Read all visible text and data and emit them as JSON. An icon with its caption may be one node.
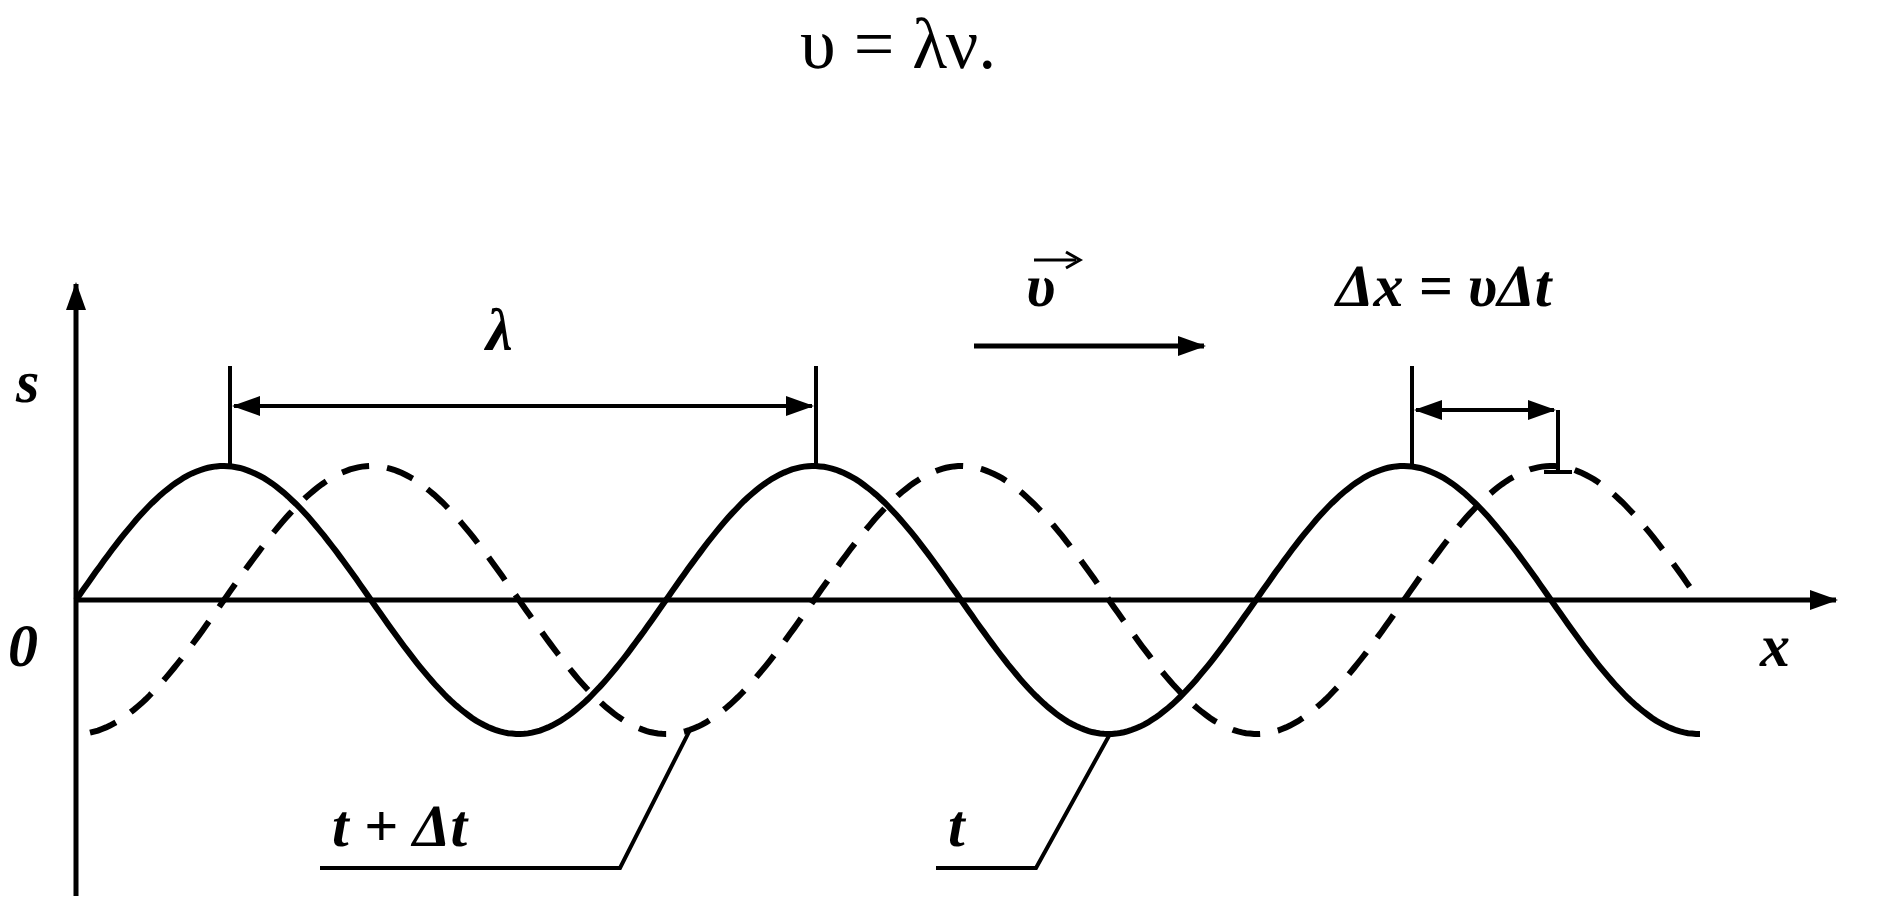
{
  "diagram": {
    "title": "υ = λν.",
    "nodes": [
      {
        "text": [],
        "shape": "curve"
      },
      {
        "text": [],
        "shape": "curve"
      },
      {
        "text": [
          "t + Δt"
        ]
      },
      {
        "text": [
          "t"
        ]
      }
    ],
    "edges": [
      {
        "from": 2,
        "to": 1,
        "arrow": "none"
      },
      {
        "from": 3,
        "to": 0,
        "arrow": "none"
      }
    ],
    "labels": [
      "s",
      "λ",
      "υ",
      "Δx = υΔt",
      "0",
      "x"
    ]
  }
}
